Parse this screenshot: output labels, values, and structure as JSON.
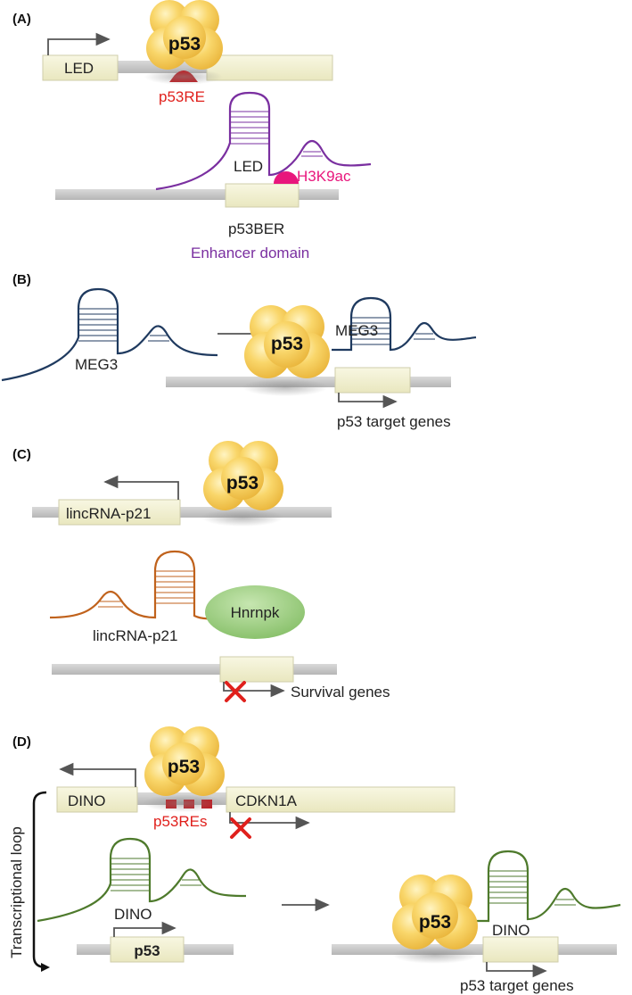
{
  "panels": {
    "A": {
      "panel_label": "(A)",
      "gene_label": "LED",
      "protein_label": "p53",
      "element_label": "p53RE",
      "rna_label": "LED",
      "mark_label": "H3K9ac",
      "bound_region_label": "p53BER",
      "domain_label": "Enhancer domain"
    },
    "B": {
      "panel_label": "(B)",
      "rna_label_left": "MEG3",
      "protein_label": "p53",
      "rna_label_right": "MEG3",
      "target_label": "p53 target genes"
    },
    "C": {
      "panel_label": "(C)",
      "gene_label": "lincRNA-p21",
      "protein_label": "p53",
      "rna_label": "lincRNA-p21",
      "partner_label": "Hnrnpk",
      "target_label": "Survival genes"
    },
    "D": {
      "panel_label": "(D)",
      "protein_label": "p53",
      "gene_left_label": "DINO",
      "gene_right_label": "CDKN1A",
      "elements_label": "p53REs",
      "loop_label": "Transcriptional loop",
      "rna_label_left": "DINO",
      "p53_gene_label": "p53",
      "protein_label_right": "p53",
      "rna_label_right": "DINO",
      "target_label": "p53 target genes"
    }
  },
  "colors": {
    "p53_fill": "#f7c948",
    "gene_box": "#f3f1d4",
    "dna": "#c8c8c8",
    "purple_rna": "#7a2fa0",
    "navy_rna": "#1f3a5f",
    "orange_rna": "#c0621c",
    "green_rna": "#4e7a2c",
    "hnrnpk": "#9fce82",
    "h3k9ac": "#e8167c",
    "p53re": "#c0171d",
    "block_x": "#e0201c"
  }
}
